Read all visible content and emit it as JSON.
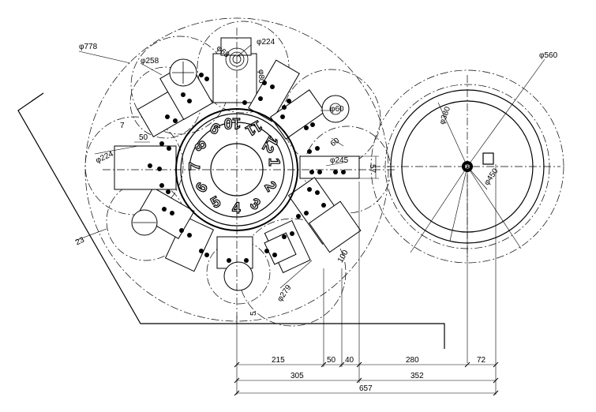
{
  "drawing": {
    "diameters": {
      "d778": "φ778",
      "d258": "φ258",
      "d224_top": "φ224",
      "d68": "φ68",
      "d80": "φ80",
      "d60": "φ60",
      "d224_left": "φ224",
      "d245": "φ245",
      "d279": "φ279",
      "d560": "φ560",
      "d380": "φ380",
      "d450": "φ450"
    },
    "labels": {
      "l50_top": "50",
      "l7": "7",
      "l60": "60",
      "l57": "57",
      "l100": "100",
      "l23": "23",
      "l5": "5"
    },
    "station_numbers": [
      "1",
      "2",
      "3",
      "4",
      "5",
      "6",
      "7",
      "8",
      "9",
      "10",
      "11",
      "12"
    ],
    "bottom_dims": {
      "row1": [
        "215",
        "50",
        "40",
        "280",
        "72"
      ],
      "row2": [
        "305",
        "352"
      ],
      "row3": [
        "657"
      ]
    }
  }
}
